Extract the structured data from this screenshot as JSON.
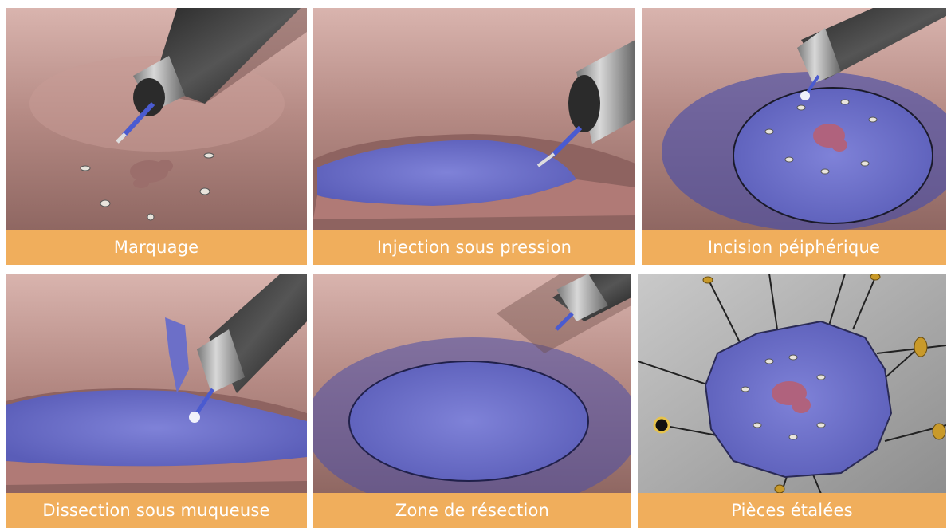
{
  "panels": [
    {
      "caption": "Marquage"
    },
    {
      "caption": "Injection sous pression"
    },
    {
      "caption": "Incision péiphérique"
    },
    {
      "caption": "Dissection sous muqueuse"
    },
    {
      "caption": "Zone  de résection"
    },
    {
      "caption": "Pièces étalées"
    }
  ],
  "colors": {
    "caption_band": "#f0ae5c",
    "mucosa": "#b98a84",
    "injected_layer": "#6f72c9",
    "background": "#ffffff"
  }
}
